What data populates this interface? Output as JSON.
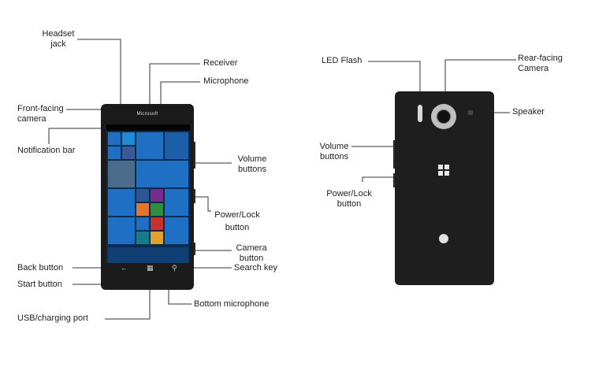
{
  "labels": {
    "headset_jack": "Headset\njack",
    "receiver": "Receiver",
    "microphone": "Microphone",
    "front_camera": "Front-facing\ncamera",
    "notification_bar": "Notification bar",
    "volume_buttons": "Volume\nbuttons",
    "power_lock": "Power/Lock\nbutton",
    "camera_button": "Camera\nbutton",
    "back_button": "Back button",
    "search_key": "Search key",
    "start_button": "Start button",
    "bottom_microphone": "Bottom microphone",
    "usb_port": "USB/charging port",
    "led_flash": "LED Flash",
    "rear_camera": "Rear-facing\nCamera",
    "speaker": "Speaker",
    "rear_volume_buttons": "Volume\nbuttons",
    "rear_power_lock": "Power/Lock\nbutton"
  },
  "phone": {
    "brand": "Microsoft"
  },
  "colors": {
    "phone_body": "#1b1b1b",
    "tile_blue": "#1f6fc4",
    "tile_orange": "#e4752c",
    "tile_purple": "#7a2c8e",
    "tile_teal": "#167c86",
    "tile_red": "#c8322e",
    "tile_green": "#2e8d3e"
  }
}
